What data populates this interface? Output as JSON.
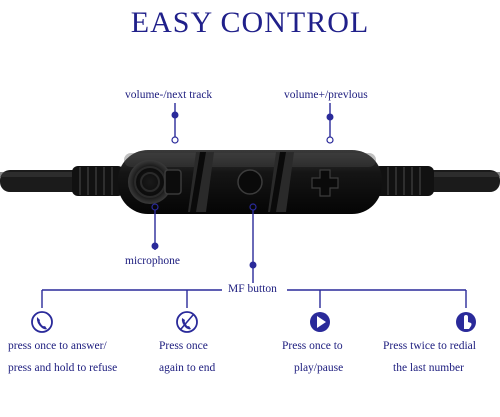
{
  "title": "EASY CONTROL",
  "labels": {
    "volume_minus": "volume-/next track",
    "volume_plus": "volume+/prevlous",
    "microphone": "microphone",
    "mf_button": "MF button"
  },
  "actions": [
    {
      "icon": "phone-icon",
      "line1": "press once to answer/",
      "line2": "press and hold to refuse"
    },
    {
      "icon": "hang-up-icon",
      "line1": "Press once",
      "line2": "again to end"
    },
    {
      "icon": "play-icon",
      "line1": "Press once to",
      "line2": "play/pause"
    },
    {
      "icon": "tap-icon",
      "line1": "Press twice to redial",
      "line2": "the last number"
    }
  ],
  "colors": {
    "accent": "#2a2a9a",
    "text": "#1c1c7e",
    "body": "#141414"
  }
}
